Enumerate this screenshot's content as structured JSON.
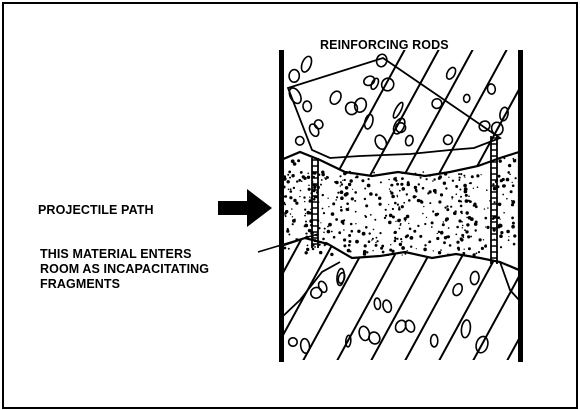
{
  "labels": {
    "reinforcing_rods": "REINFORCING RODS",
    "projectile_path": "PROJECTILE PATH",
    "fragments_line1": "THIS MATERIAL ENTERS",
    "fragments_line2": "ROOM AS INCAPACITATING",
    "fragments_line3": "FRAGMENTS"
  },
  "colors": {
    "ink": "#000000",
    "paper": "#ffffff"
  }
}
